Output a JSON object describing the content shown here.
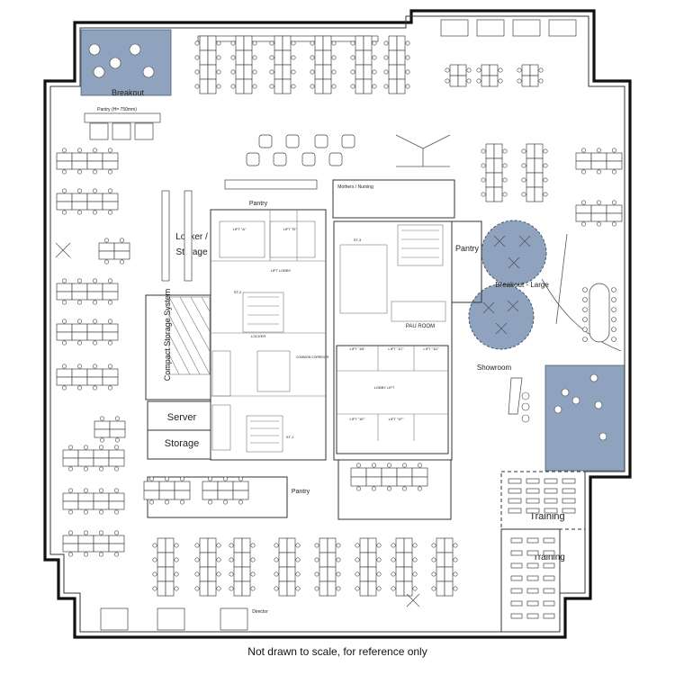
{
  "colors": {
    "highlight": "#8fa3bf",
    "wall": "#111111",
    "background": "#ffffff"
  },
  "labels": {
    "breakout": "Breakout",
    "pantry_small": "Pantry (H= 750mm)",
    "pantry_top": "Pantry",
    "mothers_nursing": "Mothers / Nursing",
    "locker_storage_1": "Locker /",
    "locker_storage_2": "Storage",
    "compact_storage": "Compact Storage System",
    "server": "Server",
    "storage": "Storage",
    "pantry_right": "Pantry",
    "breakout_large": "Breakout - Large",
    "pau_room": "PAU ROOM",
    "showroom": "Showroom",
    "training_1": "Training",
    "training_2": "Training",
    "pantry_bottom": "Pantry",
    "director": "Director",
    "lift_a": "LIFT \"A\"",
    "lift_b": "LIFT \"B\"",
    "lift_lobby": "LIFT LOBBY",
    "lift_1b": "LIFT \"1B\"",
    "lift_1c": "LIFT \"1C\"",
    "lift_1d": "LIFT \"1D\"",
    "lift_1e": "LIFT \"1E\"",
    "lift_1f": "LIFT \"1F\"",
    "lobby_lift": "LOBBY LIFT",
    "locker": "LOCKER",
    "common_corridor": "COMMON CORRIDOR",
    "st1": "ST-1",
    "st2": "ST-2",
    "st3": "ST-3"
  },
  "caption": "Not drawn to scale, for reference only"
}
